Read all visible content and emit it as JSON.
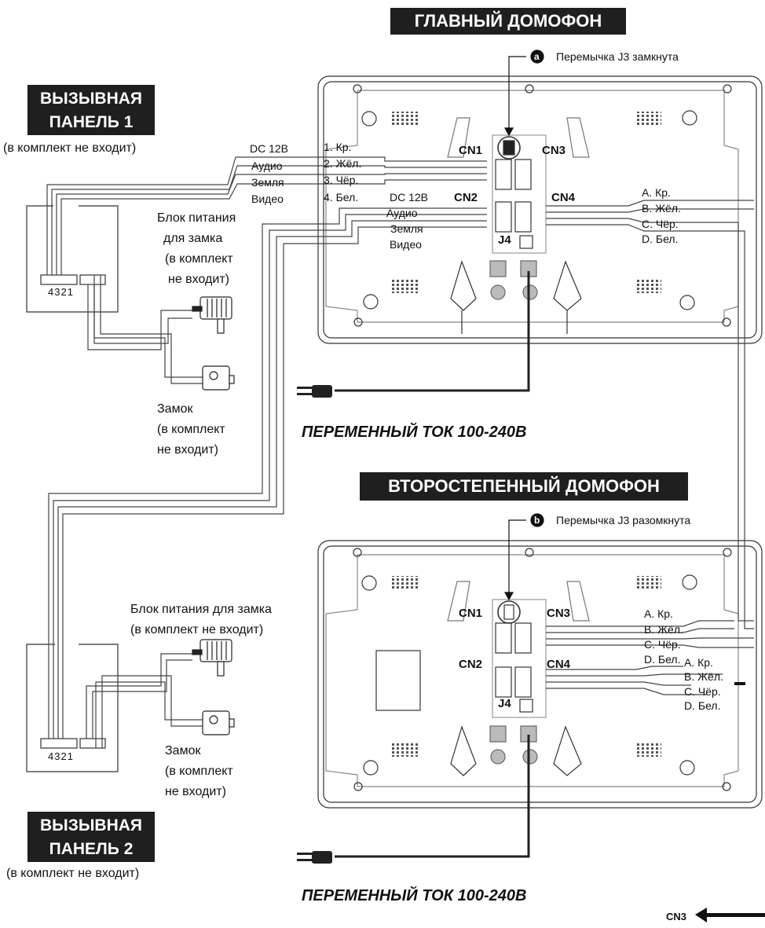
{
  "main": {
    "title": "ГЛАВНЫЙ ДОМОФОН",
    "jumper_marker": "a",
    "jumper_note": "Перемычка J3 замкнута",
    "connectors": {
      "cn1": "CN1",
      "cn2": "CN2",
      "cn3": "CN3",
      "cn4": "CN4",
      "j4": "J4"
    },
    "cn1_wires": [
      "1. Кр.",
      "2. Жёл.",
      "3. Чёр.",
      "4. Бел."
    ],
    "cn2_wires": [
      "DC 12В",
      "Аудио",
      "Земля",
      "Видео"
    ],
    "cn4_wires": [
      "A. Кр.",
      "B. Жёл.",
      "C. Чёр.",
      "D. Бел."
    ],
    "power": "ПЕРЕМЕННЫЙ ТОК 100-240В"
  },
  "secondary": {
    "title": "ВТОРОСТЕПЕННЫЙ ДОМОФОН",
    "jumper_marker": "b",
    "jumper_note": "Перемычка J3 разомкнута",
    "connectors": {
      "cn1": "CN1",
      "cn2": "CN2",
      "cn3": "CN3",
      "cn4": "CN4",
      "j4": "J4"
    },
    "cn3_wires": [
      "A. Кр.",
      "B. Жёл.",
      "C. Чёр.",
      "D. Бел."
    ],
    "cn4_wires": [
      "A. Кр.",
      "B. Жёл.",
      "C. Чёр.",
      "D. Бел."
    ],
    "power": "ПЕРЕМЕННЫЙ ТОК 100-240В"
  },
  "panel1": {
    "title_line1": "ВЫЗЫВНАЯ",
    "title_line2": "ПАНЕЛЬ 1",
    "note": "(в комплект не входит)",
    "signals": [
      "DC 12В",
      "Аудио",
      "Земля",
      "Видео"
    ],
    "pin_label": "4321",
    "psu_label": [
      "Блок питания",
      "для замка",
      "(в комплект",
      "не входит)"
    ],
    "lock_label": [
      "Замок",
      "(в комплект",
      "не входит)"
    ]
  },
  "panel2": {
    "title_line1": "ВЫЗЫВНАЯ",
    "title_line2": "ПАНЕЛЬ 2",
    "note": "(в комплект не входит)",
    "pin_label": "4321",
    "psu_label": [
      "Блок питания для замка",
      "(в комплект не входит)"
    ],
    "lock_label": [
      "Замок",
      "(в комплект",
      "не входит)"
    ]
  },
  "footer_arrow_label": "CN3"
}
